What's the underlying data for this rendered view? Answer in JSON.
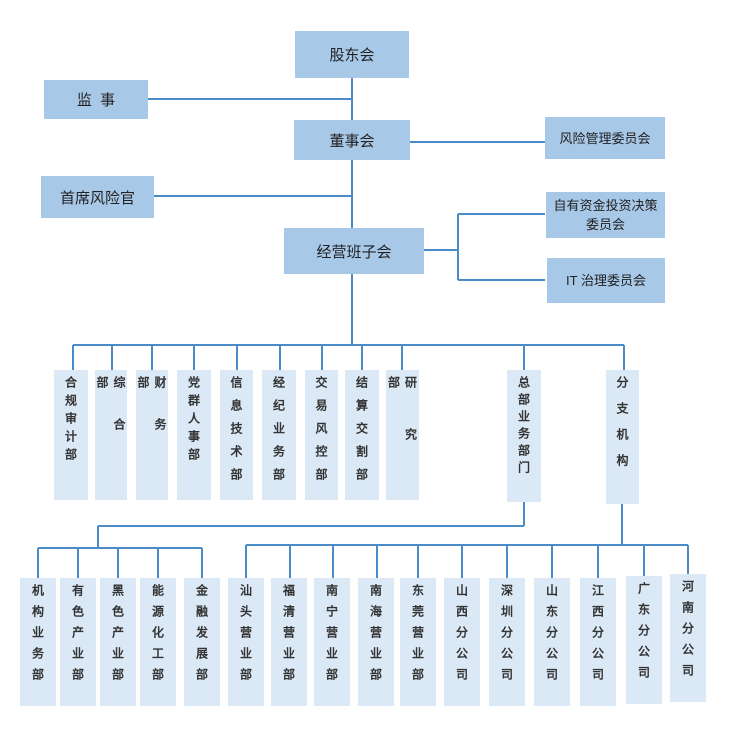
{
  "top": {
    "shareholders": "股东会",
    "supervisor": "监  事",
    "board": "董事会",
    "risk_committee": "风险管理委员会",
    "cro": "首席风险官",
    "management": "经营班子会",
    "investment_committee": "自有资金投资决策委员会",
    "it_committee": "IT 治理委员会"
  },
  "departments": [
    "合规审计部",
    "综合部",
    "财务部",
    "党群人事部",
    "信息技术部",
    "经纪业务部",
    "交易风控部",
    "结算交割部",
    "研究部"
  ],
  "hq_business": "总部业务部门",
  "branches_group": "分支机构",
  "business_units": [
    "机构业务部",
    "有色产业部",
    "黑色产业部",
    "能源化工部",
    "金融发展部"
  ],
  "branches": [
    "汕头营业部",
    "福清营业部",
    "南宁营业部",
    "南海营业部",
    "东莞营业部",
    "山西分公司",
    "深圳分公司",
    "山东分公司",
    "江西分公司",
    "广东分公司",
    "河南分公司"
  ],
  "colors": {
    "top_box": "#a8c8e8",
    "unit_box": "#dbe8f5",
    "connector": "#4a8cc8"
  }
}
